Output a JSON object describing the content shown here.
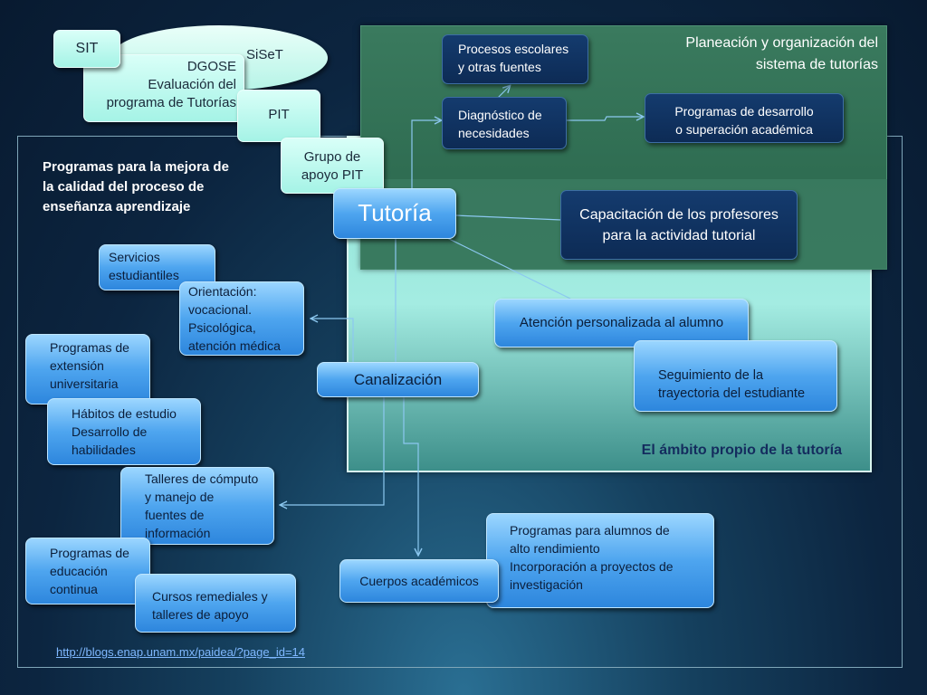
{
  "top_left": {
    "sit": "SIT",
    "siset": "SiSeT",
    "dgose": "DGOSE\nEvaluación del\nprograma de Tutorías",
    "pit": "PIT",
    "grupo_apoyo": "Grupo de\napoyo PIT"
  },
  "planeacion": {
    "title": "Planeación y organización del\nsistema de tutorías",
    "procesos": "Procesos escolares\ny otras fuentes",
    "diagnostico": "Diagnóstico de\nnecesidades",
    "programas_desarrollo": "Programas de desarrollo\no superación académica",
    "capacitacion": "Capacitación de los profesores\npara la actividad tutorial"
  },
  "center": {
    "tutoria": "Tutoría",
    "canalizacion": "Canalización",
    "atencion": "Atención personalizada al alumno",
    "seguimiento": "Seguimiento de la\ntrayectoria del estudiante",
    "ambito": "El ámbito propio de la tutoría"
  },
  "left_panel": {
    "heading": "Programas para la mejora de\nla calidad del proceso de\nenseñanza aprendizaje",
    "servicios": "Servicios\nestudiantiles",
    "orientacion": "Orientación:\nvocacional.\nPsicológica,\natención médica",
    "extension": "Programas de\nextensión\nuniversitaria",
    "habitos": "Hábitos de estudio\nDesarrollo de\nhabilidades",
    "talleres_computo": "Talleres de cómputo\ny manejo de\nfuentes de\ninformación",
    "educacion_continua": "Programas de\neducación\ncontinua",
    "cursos": "Cursos remediales y\ntalleres de apoyo"
  },
  "bottom": {
    "cuerpos": "Cuerpos académicos",
    "programas_alumnos": "Programas para alumnos de\nalto rendimiento\nIncorporación a proyectos de\ninvestigación",
    "link": "http://blogs.enap.unam.mx/paidea/?page_id=14"
  }
}
